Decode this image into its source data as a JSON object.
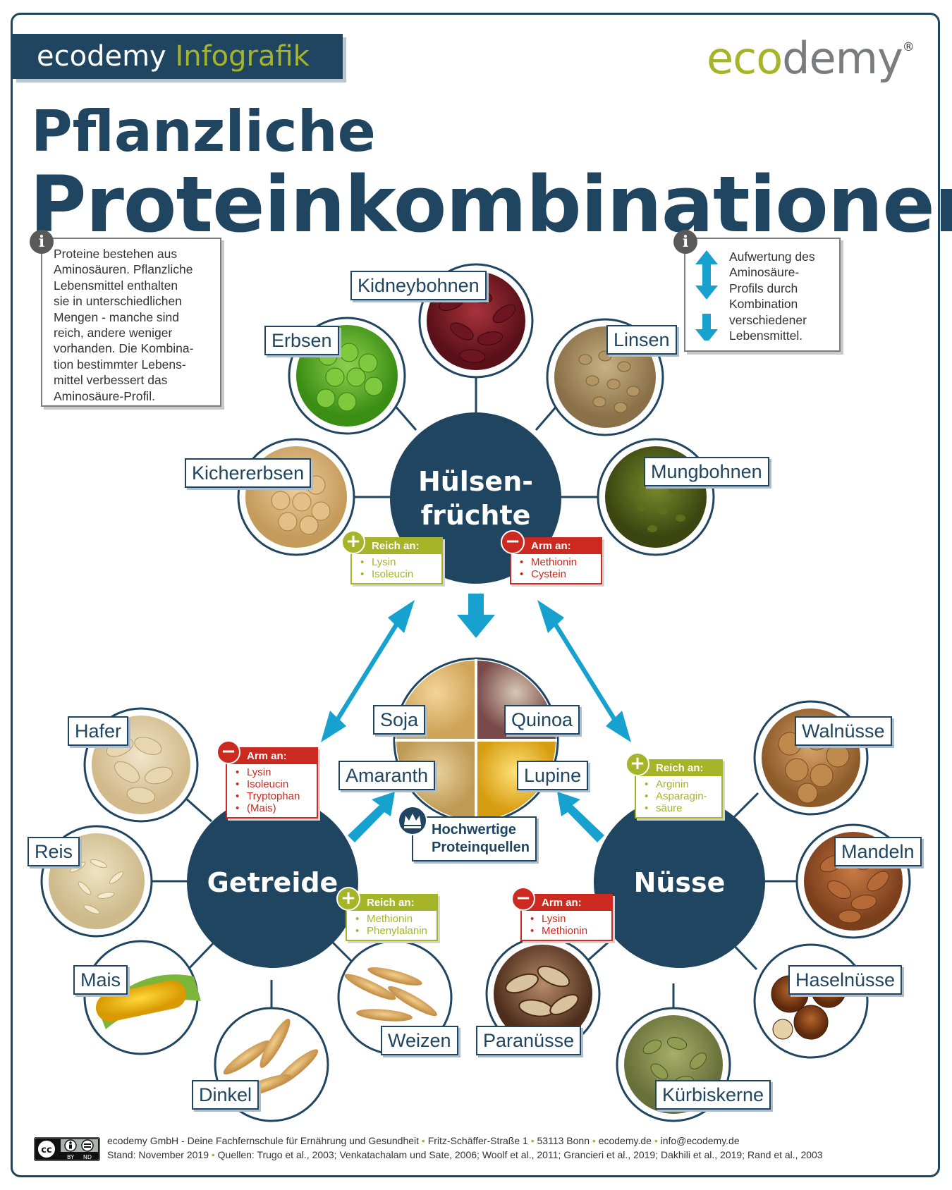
{
  "header": {
    "badge_part1": "ecodemy",
    "badge_part2": "Infografik",
    "logo_part1": "eco",
    "logo_part2": "demy",
    "logo_mark": "®",
    "title_line1": "Pflanzliche",
    "title_line2": "Proteinkombinationen"
  },
  "info_left": {
    "icon": "info-icon",
    "lines": [
      "Proteine bestehen aus",
      "Aminosäuren. Pflanzliche",
      "Lebensmittel enthalten",
      "sie in unterschiedlichen",
      "Mengen - manche sind",
      "reich, andere weniger",
      "vorhanden. Die Kombina-",
      "tion bestimmter Lebens-",
      "mittel verbessert das",
      "Aminosäure-Profil."
    ]
  },
  "info_right": {
    "icon": "info-icon",
    "lines": [
      "Aufwertung des",
      "Aminosäure-",
      "Profils durch",
      "Kombination",
      "verschiedener",
      "Lebensmittel."
    ]
  },
  "groups": {
    "huelsen": {
      "title_line1": "Hülsen-",
      "title_line2": "früchte",
      "items": [
        "Kidneybohnen",
        "Erbsen",
        "Linsen",
        "Kichererbsen",
        "Mungbohnen"
      ],
      "rich": {
        "header": "Reich an:",
        "items": [
          "Lysin",
          "Isoleucin"
        ]
      },
      "poor": {
        "header": "Arm an:",
        "items": [
          "Methionin",
          "Cystein"
        ]
      }
    },
    "getreide": {
      "title": "Getreide",
      "items": [
        "Hafer",
        "Reis",
        "Mais",
        "Dinkel",
        "Weizen"
      ],
      "poor": {
        "header": "Arm an:",
        "items": [
          "Lysin",
          "Isoleucin",
          "Tryptophan",
          "(Mais)"
        ]
      },
      "rich": {
        "header": "Reich an:",
        "items": [
          "Methionin",
          "Phenylalanin"
        ]
      }
    },
    "nuesse": {
      "title": "Nüsse",
      "items": [
        "Walnüsse",
        "Mandeln",
        "Haselnüsse",
        "Kürbiskerne",
        "Paranüsse"
      ],
      "rich": {
        "header": "Reich an:",
        "items": [
          "Arginin",
          "Asparagin-",
          "säure"
        ]
      },
      "poor": {
        "header": "Arm an:",
        "items": [
          "Lysin",
          "Methionin"
        ]
      }
    },
    "center": {
      "items": [
        "Soja",
        "Quinoa",
        "Amaranth",
        "Lupine"
      ],
      "note_line1": "Hochwertige",
      "note_line2": "Proteinquellen",
      "icon": "crown-icon"
    }
  },
  "footer": {
    "cc_icon": "creative-commons-by-nd-icon",
    "cc_by": "BY",
    "cc_nd": "ND",
    "line1": [
      "ecodemy GmbH - Deine Fachfernschule für Ernährung und Gesundheit",
      "Fritz-Schäffer-Straße 1",
      "53113 Bonn",
      "ecodemy.de",
      "info@ecodemy.de"
    ],
    "line2_stand": "Stand: November 2019",
    "line2_sources": "Quellen: Trugo et al., 2003; Venkatachalam und Sate, 2006; Woolf et al., 2011; Grancieri et al., 2019; Dakhili et al., 2019; Rand et al., 2003"
  },
  "colors": {
    "navy": "#1f4560",
    "olive": "#a6b42a",
    "red": "#cc2a20",
    "arrow_blue": "#17a1cf"
  }
}
